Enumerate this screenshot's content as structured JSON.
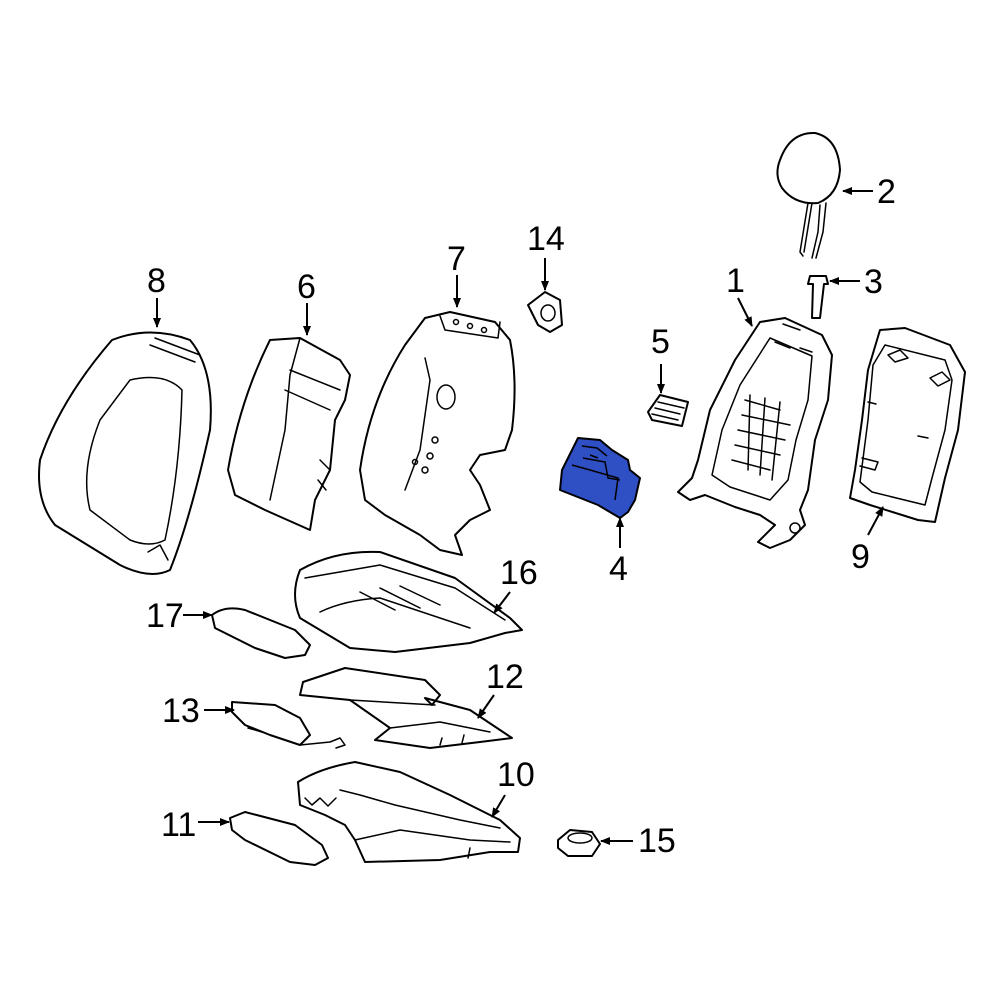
{
  "callouts": {
    "c1": "1",
    "c2": "2",
    "c3": "3",
    "c4": "4",
    "c5": "5",
    "c6": "6",
    "c7": "7",
    "c8": "8",
    "c9": "9",
    "c10": "10",
    "c11": "11",
    "c12": "12",
    "c13": "13",
    "c14": "14",
    "c15": "15",
    "c16": "16",
    "c17": "17"
  },
  "colors": {
    "highlight": "#2f4fc4",
    "line": "#000000",
    "background": "#ffffff"
  }
}
